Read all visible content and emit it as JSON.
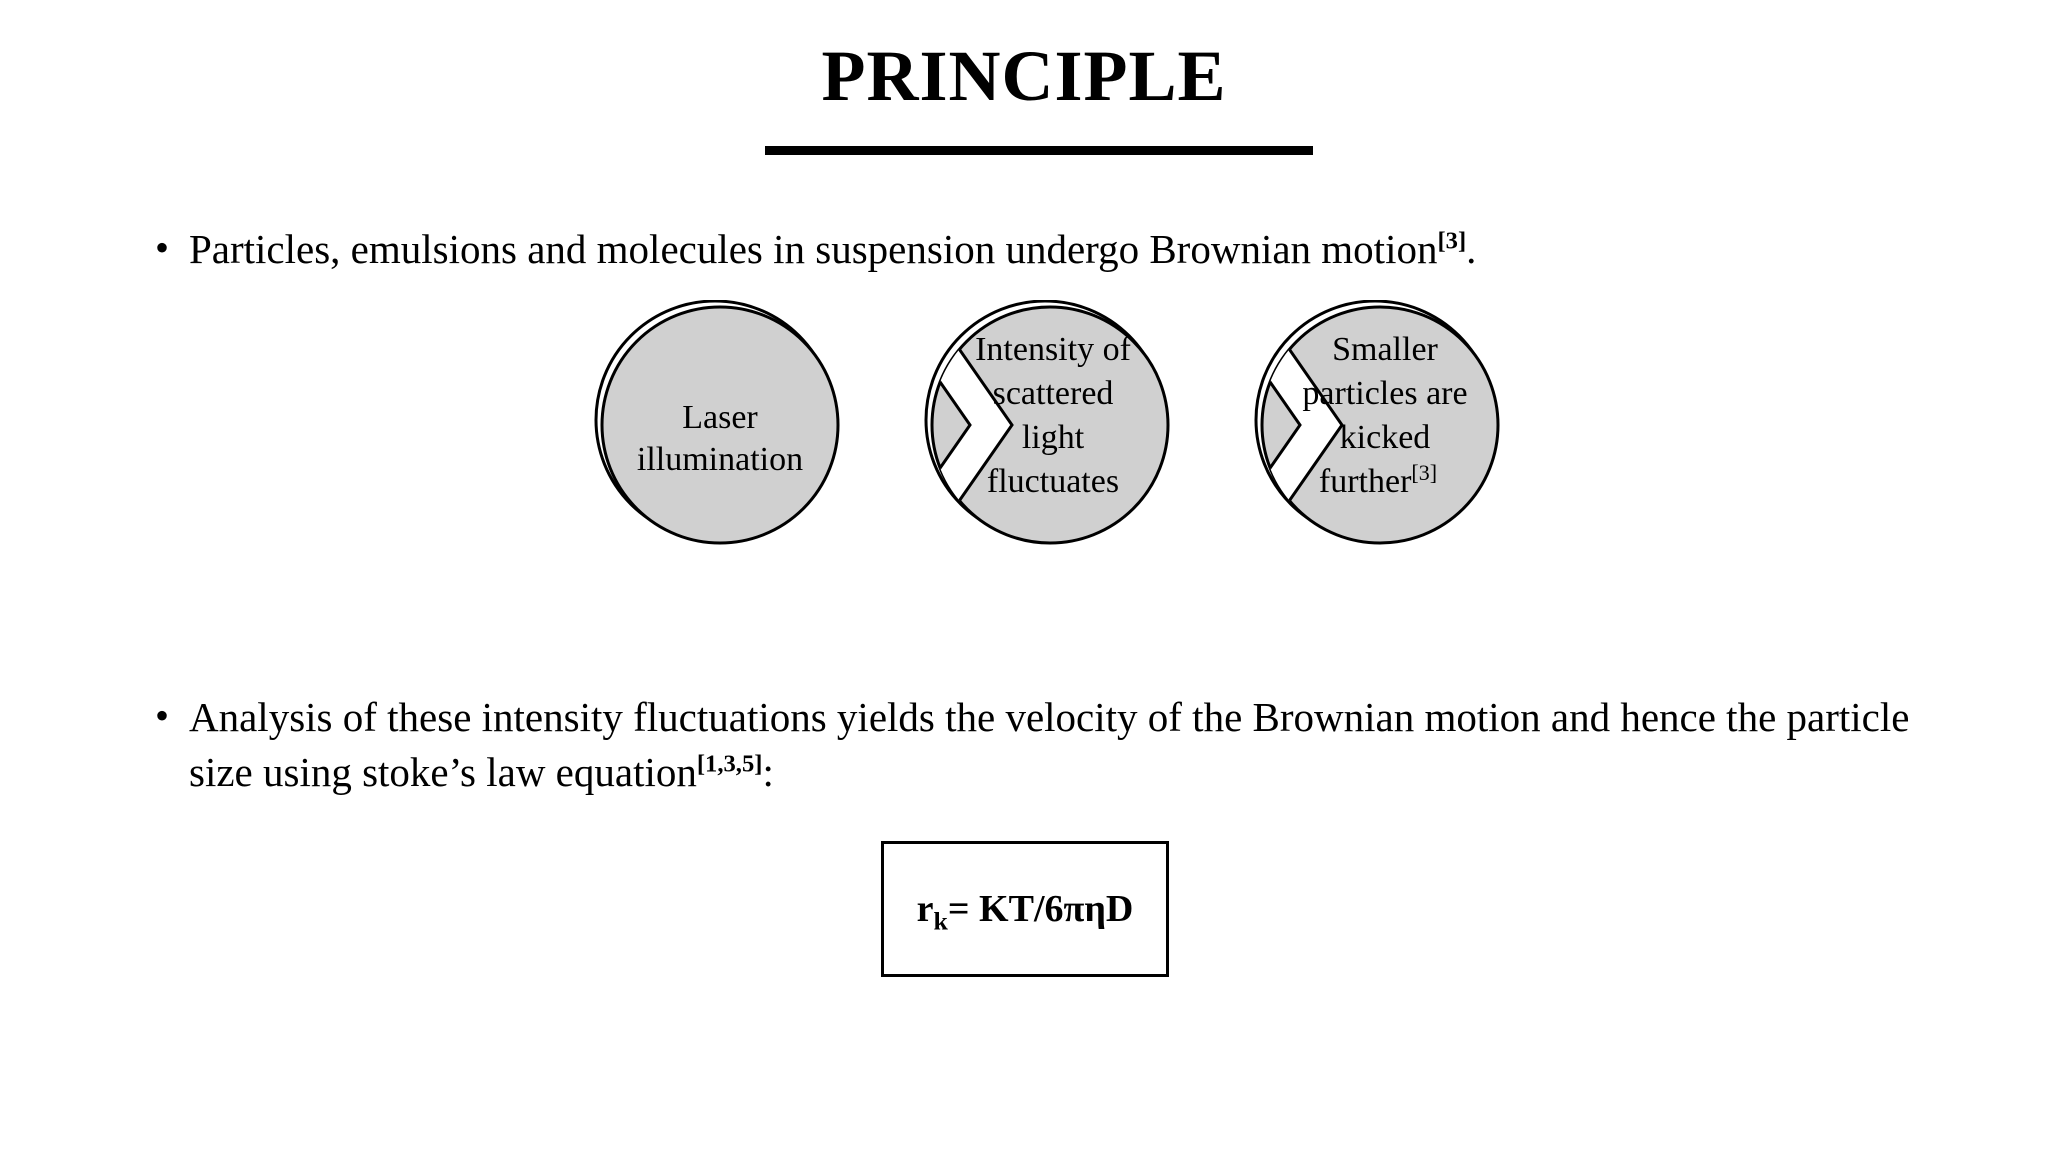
{
  "slide": {
    "title": "PRINCIPLE",
    "background_color": "#ffffff",
    "text_color": "#000000"
  },
  "bullets": [
    {
      "marker": "•",
      "text_before_ref": "Particles, emulsions and molecules in suspension undergo Brownian motion",
      "reference": "[3]",
      "text_after_ref": "."
    },
    {
      "marker": "•",
      "line1": "Analysis of these intensity fluctuations yields the velocity of the Brownian motion",
      "line2_before_ref": "and hence the particle size using stoke’s law equation",
      "reference": "[1,3,5]",
      "text_after_ref": ":"
    }
  ],
  "diagram": {
    "type": "chevron-process",
    "shape_fill": "#d0d0d0",
    "shape_outline": "#000000",
    "nodes": [
      {
        "id": "node-laser-illumination",
        "lines": [
          "Laser",
          "illumination"
        ],
        "reference": ""
      },
      {
        "id": "node-intensity-fluctuates",
        "lines": [
          "Intensity of",
          "scattered",
          "light",
          "fluctuates"
        ],
        "reference": ""
      },
      {
        "id": "node-smaller-particles",
        "lines": [
          "Smaller",
          "particles are",
          "kicked",
          "further"
        ],
        "reference": "[3]"
      }
    ]
  },
  "formula": {
    "variable": "r",
    "subscript": "k",
    "expression": "= KT/6πηD",
    "full": "rₖ= KT/6πηD"
  }
}
